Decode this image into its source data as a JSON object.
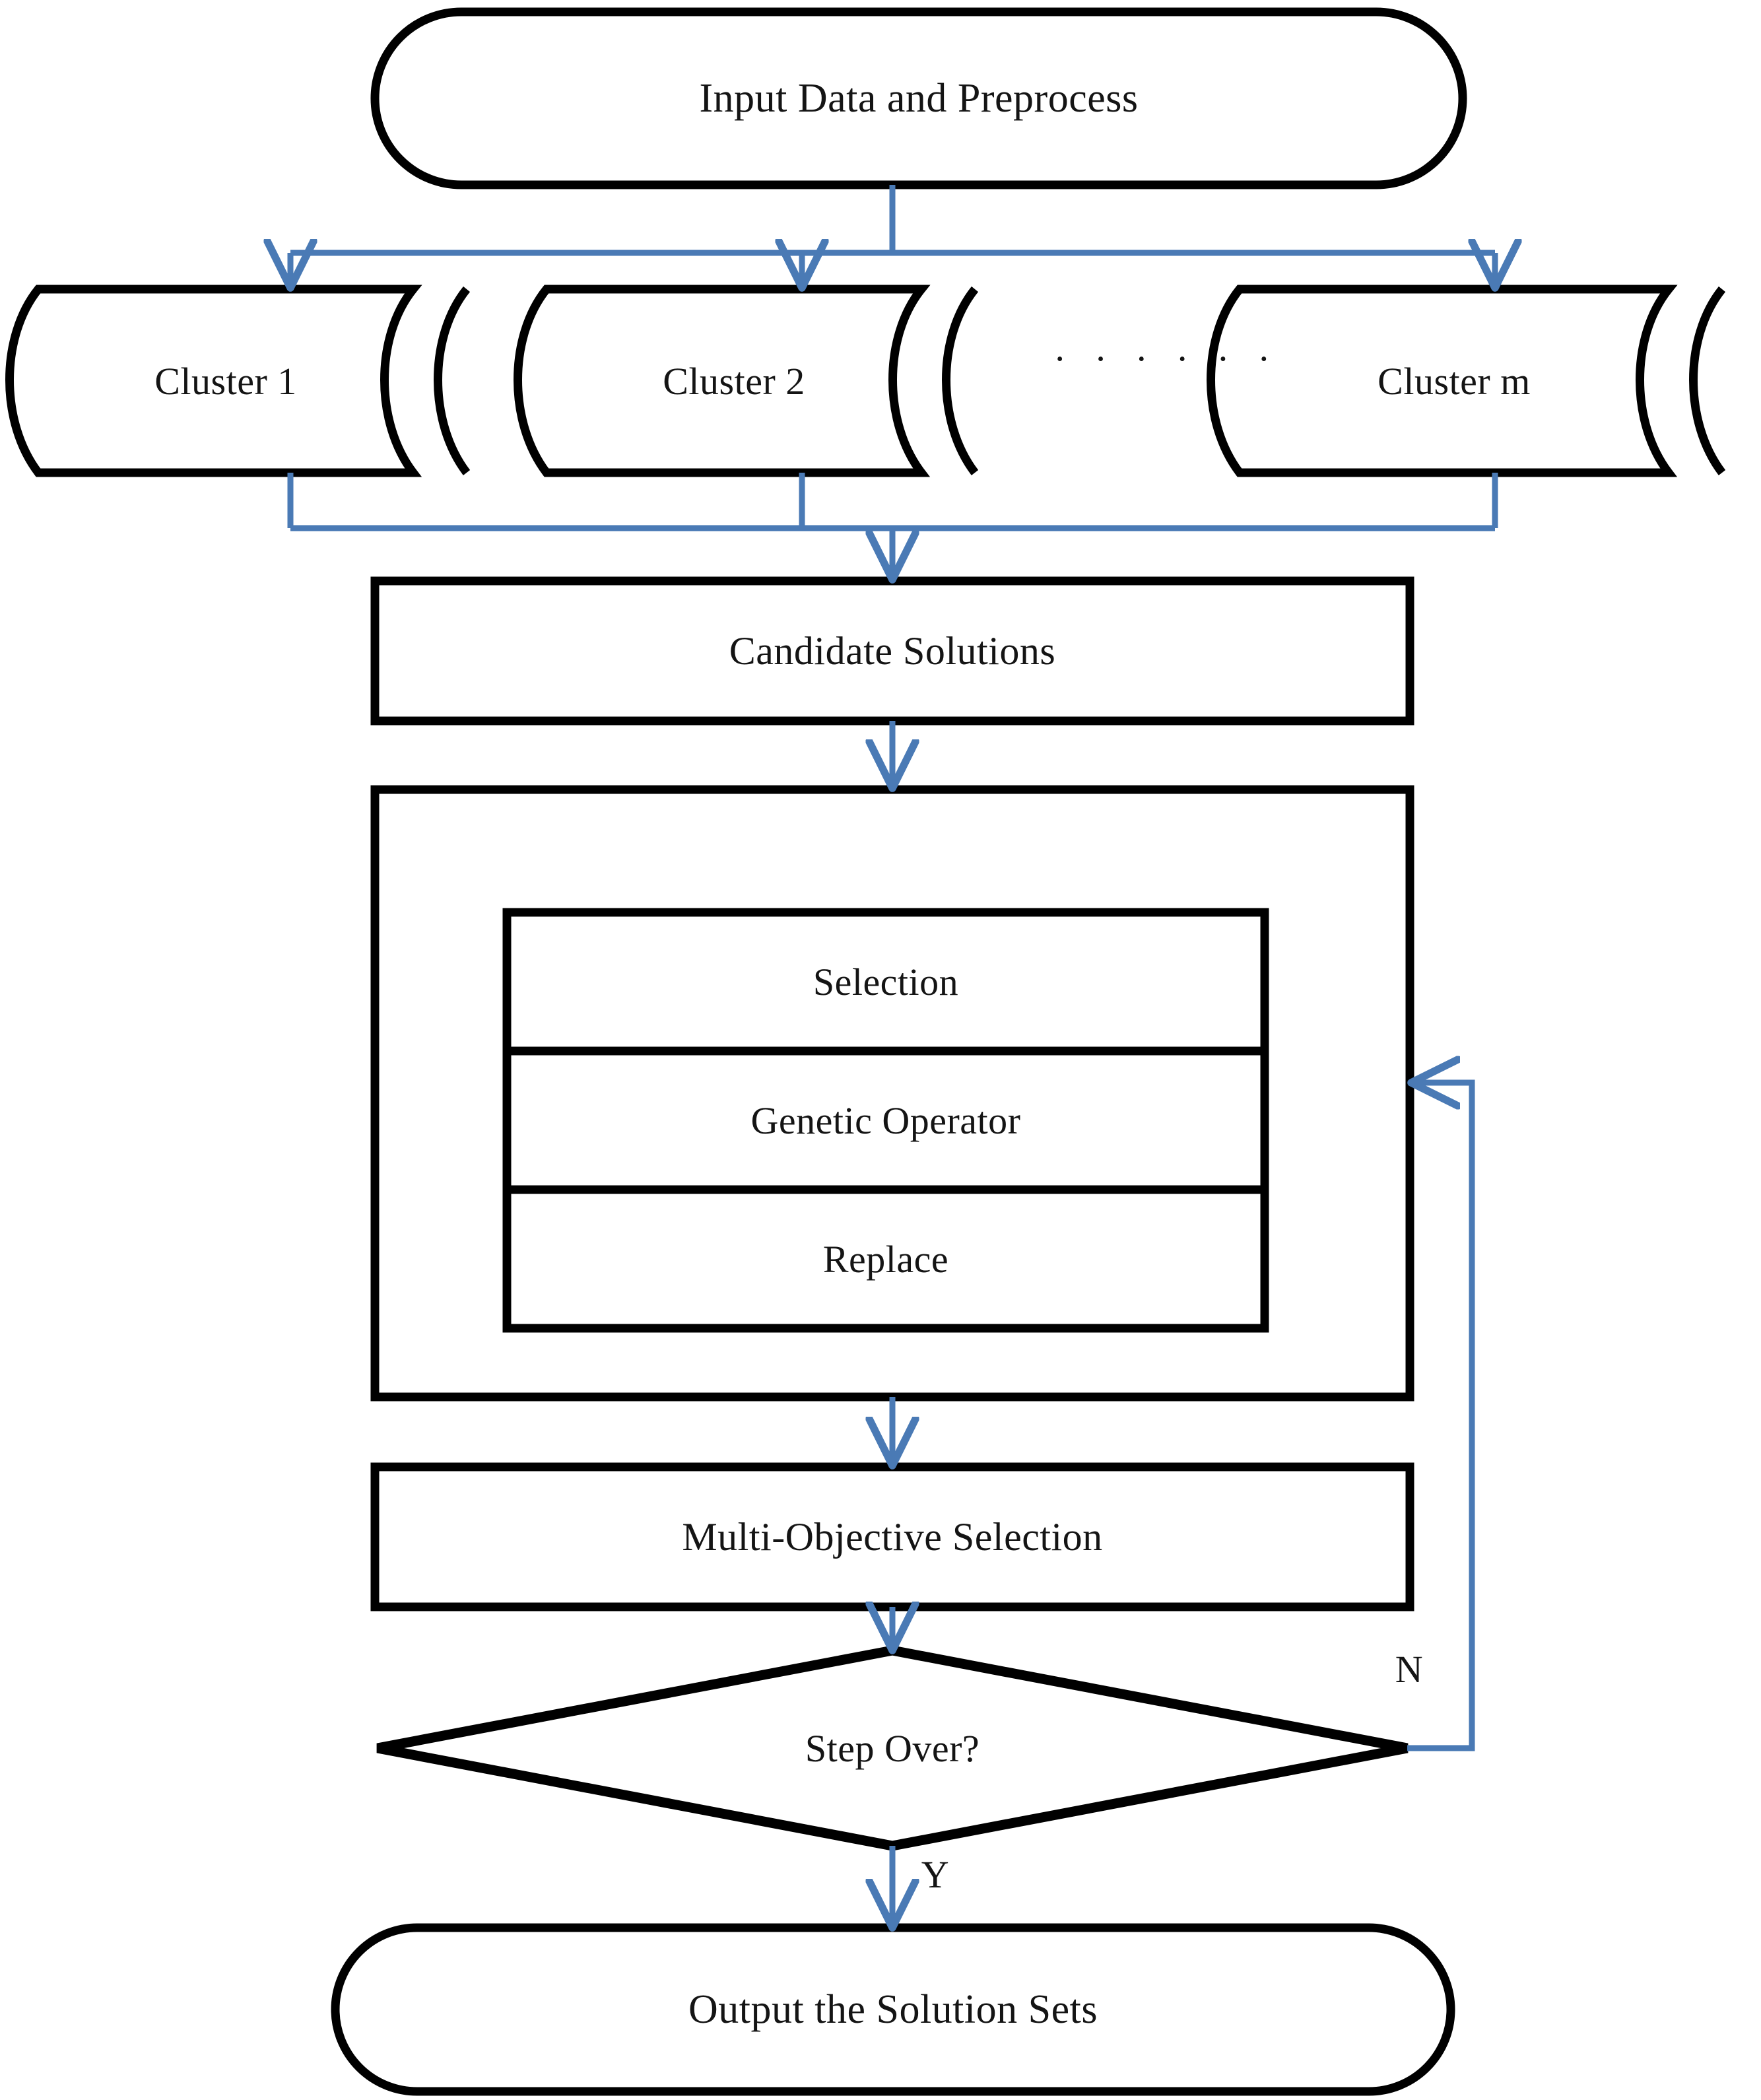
{
  "diagram": {
    "title_text": "Input Data and Preprocess",
    "colors": {
      "shape_stroke": "#000000",
      "arrow": "#4a7ab5",
      "arrow_light": "#a8c4e0",
      "text": "#141414",
      "background": "#ffffff"
    },
    "nodes": {
      "start_terminal": {
        "label": "Input Data and Preprocess",
        "shape": "stadium"
      },
      "clusters": [
        {
          "label": "Cluster 1",
          "shape": "direct-access-storage"
        },
        {
          "label": "Cluster 2",
          "shape": "direct-access-storage"
        },
        {
          "label": "Cluster m",
          "shape": "direct-access-storage"
        }
      ],
      "cluster_ellipsis": "· · · · · ·",
      "candidate_solutions": {
        "label": "Candidate Solutions",
        "shape": "rectangle"
      },
      "evolution_group": {
        "label": "",
        "shape": "rectangle"
      },
      "operators": [
        {
          "label": "Selection",
          "shape": "rectangle"
        },
        {
          "label": "Genetic Operator",
          "shape": "rectangle"
        },
        {
          "label": "Replace",
          "shape": "rectangle"
        }
      ],
      "multi_objective_selection": {
        "label": "Multi-Objective Selection",
        "shape": "rectangle"
      },
      "decision": {
        "label": "Step Over?",
        "shape": "diamond"
      },
      "end_terminal": {
        "label": "Output the Solution Sets",
        "shape": "stadium"
      }
    },
    "edge_labels": {
      "no_branch": "N",
      "yes_branch": "Y"
    }
  }
}
